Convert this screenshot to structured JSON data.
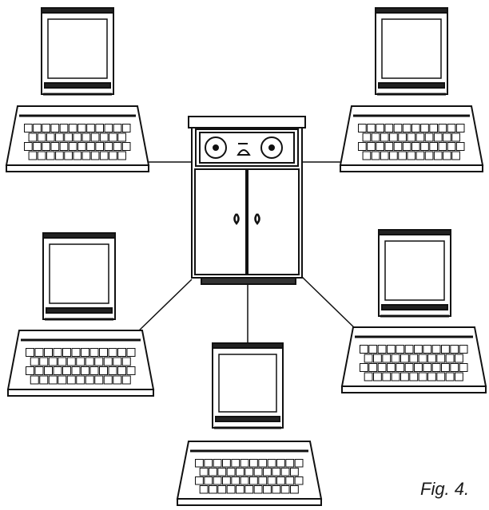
{
  "figure": {
    "caption": "Fig. 4."
  },
  "network": {
    "center": "mainframe",
    "nodes": [
      "terminal-top-left",
      "terminal-top-right",
      "terminal-mid-left",
      "terminal-mid-right",
      "terminal-bottom-center"
    ]
  }
}
